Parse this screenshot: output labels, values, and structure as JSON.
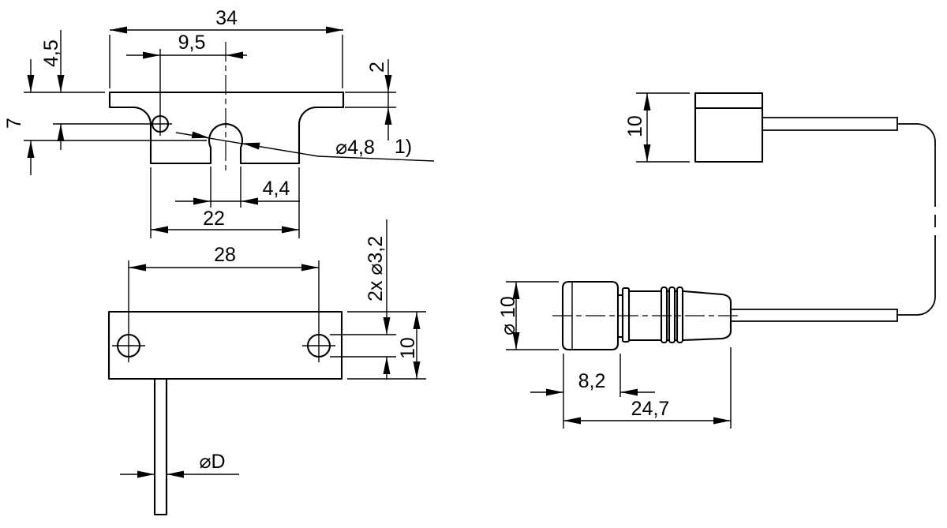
{
  "drawing": {
    "background": "#ffffff",
    "line_color": "#000000",
    "views": {
      "bracket_front": {
        "width": "34",
        "hole_offset_from_center": "9,5",
        "flange_thickness": "2",
        "hole_center_depth": "4,5",
        "dome_center_depth": "7",
        "dome_diameter": "⌀4,8",
        "footnote_ref": "1)",
        "slot_width": "4,4",
        "web_width": "22"
      },
      "bracket_plan": {
        "hole_spacing": "28",
        "mounting_holes": "2x ⌀3,2",
        "plate_height": "10",
        "tube_diameter": "⌀D"
      },
      "sensor_side": {
        "body_size": "10"
      },
      "connector_side": {
        "diameter": "⌀ 10",
        "cap_length": "8,2",
        "total_length": "24,7"
      }
    }
  }
}
